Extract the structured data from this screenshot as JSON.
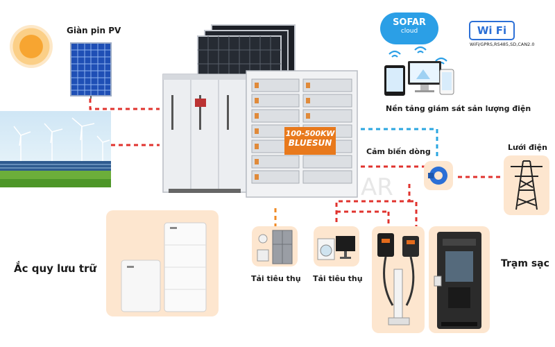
{
  "labels": {
    "pv_panel": "Giàn pin PV",
    "monitoring": "Nền tảng giám sát sản lượng điện",
    "current_sensor": "Cảm biến dòng",
    "grid": "Lưới điện",
    "battery_storage": "Ắc quy lưu trữ",
    "load_1": "Tải tiêu thụ",
    "load_2": "Tải tiêu thụ",
    "charging_station": "Trạm sạc"
  },
  "badge": {
    "power_range": "100-500KW",
    "brand": "BLUESUN"
  },
  "cloud": {
    "name": "SOFAR",
    "sub": "cloud"
  },
  "wifi": {
    "logo": "Wi Fi",
    "protocols": "WiFi/GPRS,RS485,SD,CAN2.0"
  },
  "watermark": "AR",
  "colors": {
    "ac_line": "#e0332e",
    "comm_line": "#2aa6e0",
    "load_line": "#f08a24",
    "card_bg": "#fde6cf"
  }
}
